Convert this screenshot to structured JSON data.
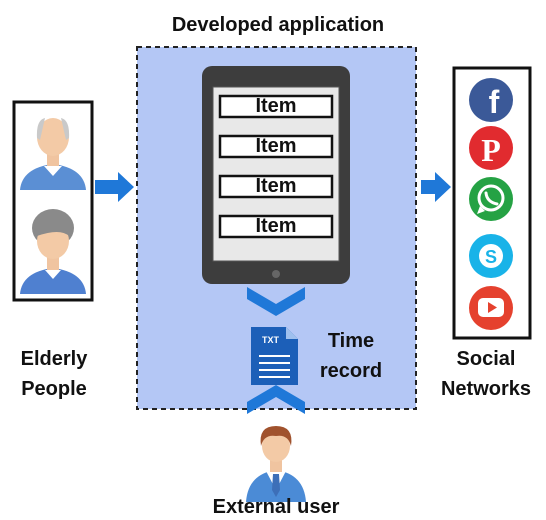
{
  "title": "Developed application",
  "tablet": {
    "items": [
      "Item",
      "Item",
      "Item",
      "Item"
    ]
  },
  "time_record": {
    "line1": "Time",
    "line2": "record",
    "file_badge": "TXT"
  },
  "elderly": {
    "line1": "Elderly",
    "line2": "People"
  },
  "social": {
    "line1": "Social",
    "line2": "Networks",
    "networks": [
      "facebook-icon",
      "pinterest-icon",
      "whatsapp-icon",
      "skype-icon",
      "youtube-icon"
    ]
  },
  "external_user": "External user",
  "colors": {
    "app_fill": "#b4c7f5",
    "arrow": "#1f78d8",
    "facebook": "#3b5998",
    "pinterest": "#e12b2f",
    "whatsapp": "#25a244",
    "skype": "#19b3e8",
    "youtube": "#e5412e"
  }
}
